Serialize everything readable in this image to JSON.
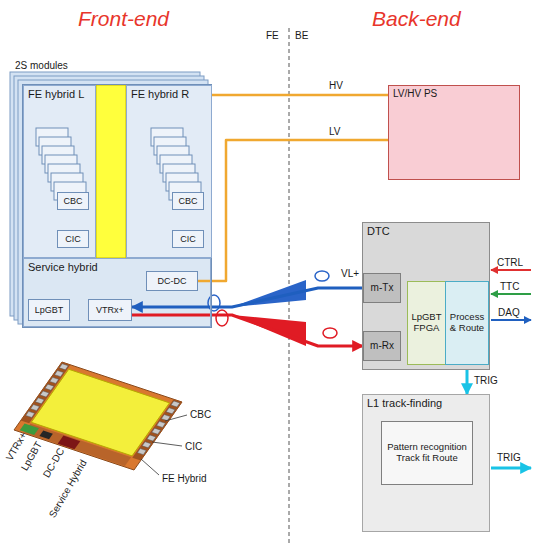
{
  "diagram": {
    "nodes": [
      {
        "text": [
          "2S modules"
        ]
      },
      {
        "text": [
          "FE hybrid L"
        ],
        "in": 0
      },
      {
        "text": [
          "CBC"
        ],
        "in": 1
      },
      {
        "text": [
          "CIC"
        ],
        "in": 1
      },
      {
        "text": [
          "FE hybrid R"
        ],
        "in": 0
      },
      {
        "text": [
          "CBC"
        ],
        "in": 4
      },
      {
        "text": [
          "CIC"
        ],
        "in": 4
      },
      {
        "text": [
          "Service hybrid"
        ],
        "in": 0
      },
      {
        "text": [
          "DC-DC"
        ],
        "in": 7
      },
      {
        "text": [
          "LpGBT"
        ],
        "in": 7
      },
      {
        "text": [
          "VTRx+"
        ],
        "in": 7
      },
      {
        "text": [
          "LV/HV PS"
        ]
      },
      {
        "text": [
          "DTC"
        ]
      },
      {
        "text": [
          "m-Tx"
        ],
        "in": 12
      },
      {
        "text": [
          "m-Rx"
        ],
        "in": 12
      },
      {
        "text": [
          "LpGBT FPGA"
        ],
        "in": 12
      },
      {
        "text": [
          "Process & Route"
        ],
        "in": 12
      },
      {
        "text": [
          "L1 track-finding"
        ]
      },
      {
        "text": [
          "Pattern recognition Track fit Route"
        ],
        "in": 17
      }
    ],
    "edges": [
      {
        "from": 4,
        "to": 11,
        "label": "HV",
        "arrow": "none"
      },
      {
        "from": 8,
        "to": 11,
        "label": "LV",
        "arrow": "none"
      },
      {
        "from": 13,
        "to": 10,
        "label": "VL+",
        "arrow": "to"
      },
      {
        "from": 10,
        "to": 14,
        "arrow": "to"
      },
      {
        "from": 16,
        "to": 17,
        "label": "TRIG",
        "arrow": "to"
      }
    ],
    "labels": [
      "Front-end",
      "FE",
      "BE",
      "Back-end",
      "CTRL",
      "TTC",
      "DAQ",
      "TRIG",
      "CBC",
      "CIC",
      "FE Hybrid",
      "VTRx+",
      "LpGBT",
      "DC-DC",
      "Service Hybrid"
    ]
  }
}
